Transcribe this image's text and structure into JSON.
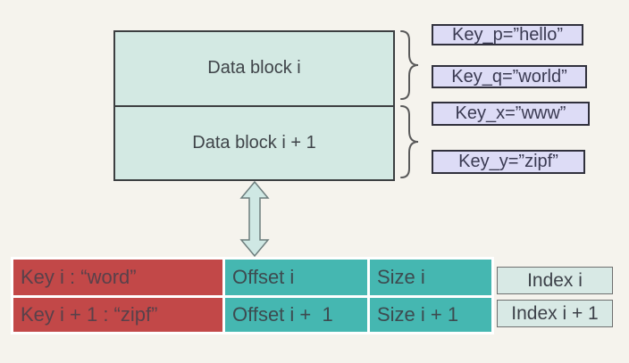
{
  "diagram": {
    "data_blocks": [
      {
        "label": "Data block i"
      },
      {
        "label": "Data block i + 1"
      }
    ],
    "key_entries": [
      {
        "label": "Key_p=”hello”"
      },
      {
        "label": "Key_q=”world”"
      },
      {
        "label": "Key_x=”www”"
      },
      {
        "label": "Key_y=”zipf”"
      }
    ],
    "index_table": {
      "rows": [
        {
          "key": "Key i : “word”",
          "offset": "Offset i",
          "size": "Size i",
          "index": "Index i"
        },
        {
          "key": "Key i + 1 : “zipf”",
          "offset": "Offset i +  1",
          "size": "Size i + 1",
          "index": "Index i + 1"
        }
      ]
    },
    "colors": {
      "background": "#f5f3ed",
      "block_fill": "#d3e9e3",
      "key_fill": "#dddcf6",
      "red_cell": "#c24848",
      "teal_cell": "#45b7b1",
      "index_fill": "#d8e9e5",
      "arrow_fill": "#cfe8e4"
    }
  }
}
